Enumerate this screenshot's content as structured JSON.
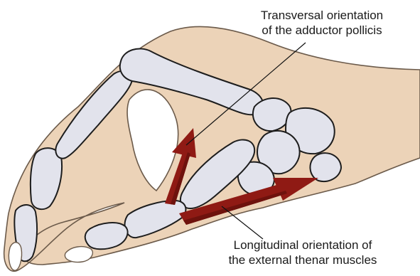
{
  "labels": {
    "adductor": {
      "line1": "Transversal orientation",
      "line2": "of the adductor pollicis"
    },
    "thenar": {
      "line1": "Longitudinal orientation of",
      "line2": "the external thenar muscles"
    }
  },
  "colors": {
    "skin": "#ecd3b8",
    "skin_outline": "#6b5a4a",
    "bone": "#e2e3ec",
    "bone_shade": "#c9cbd8",
    "bone_outline": "#1d1d1d",
    "arrow": "#8f1a14",
    "arrow_dark": "#6e120d",
    "nail": "#ffffff",
    "leader_line": "#111111"
  }
}
